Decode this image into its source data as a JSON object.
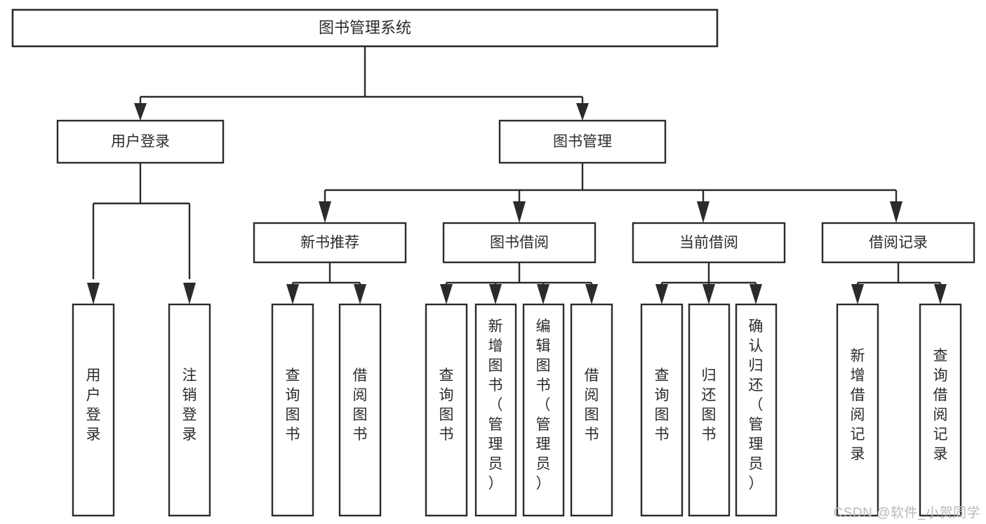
{
  "diagram": {
    "title": "图书管理系统",
    "type": "tree-hierarchy-chart",
    "watermark": "CSDN @软件_小贺同学",
    "colors": {
      "stroke": "#2b2b2b",
      "fill": "#ffffff",
      "text": "#2b2b2b",
      "watermark": "#b9b9b9"
    },
    "root": {
      "id": "root",
      "label": "图书管理系统"
    },
    "level2": [
      {
        "id": "user-login",
        "label": "用户登录"
      },
      {
        "id": "book-management",
        "label": "图书管理"
      }
    ],
    "level3": [
      {
        "id": "new-book-recommend",
        "label": "新书推荐",
        "parent": "book-management"
      },
      {
        "id": "book-borrow",
        "label": "图书借阅",
        "parent": "book-management"
      },
      {
        "id": "current-borrow",
        "label": "当前借阅",
        "parent": "book-management"
      },
      {
        "id": "borrow-record",
        "label": "借阅记录",
        "parent": "book-management"
      }
    ],
    "leaves": [
      {
        "id": "leaf-user-login",
        "label": "用户登录",
        "parent": "user-login"
      },
      {
        "id": "leaf-logout-login",
        "label": "注销登录",
        "parent": "user-login"
      },
      {
        "id": "leaf-query-book-1",
        "label": "查询图书",
        "parent": "new-book-recommend"
      },
      {
        "id": "leaf-borrow-book-1",
        "label": "借阅图书",
        "parent": "new-book-recommend"
      },
      {
        "id": "leaf-query-book-2",
        "label": "查询图书",
        "parent": "book-borrow"
      },
      {
        "id": "leaf-add-book",
        "label": "新增图书（管理员）",
        "parent": "book-borrow"
      },
      {
        "id": "leaf-edit-book",
        "label": "编辑图书（管理员）",
        "parent": "book-borrow"
      },
      {
        "id": "leaf-borrow-book-2",
        "label": "借阅图书",
        "parent": "book-borrow"
      },
      {
        "id": "leaf-query-book-3",
        "label": "查询图书",
        "parent": "current-borrow"
      },
      {
        "id": "leaf-return-book",
        "label": "归还图书",
        "parent": "current-borrow"
      },
      {
        "id": "leaf-confirm-return",
        "label": "确认归还（管理员）",
        "parent": "current-borrow"
      },
      {
        "id": "leaf-add-record",
        "label": "新增借阅记录",
        "parent": "borrow-record"
      },
      {
        "id": "leaf-query-record",
        "label": "查询借阅记录",
        "parent": "borrow-record"
      }
    ]
  }
}
